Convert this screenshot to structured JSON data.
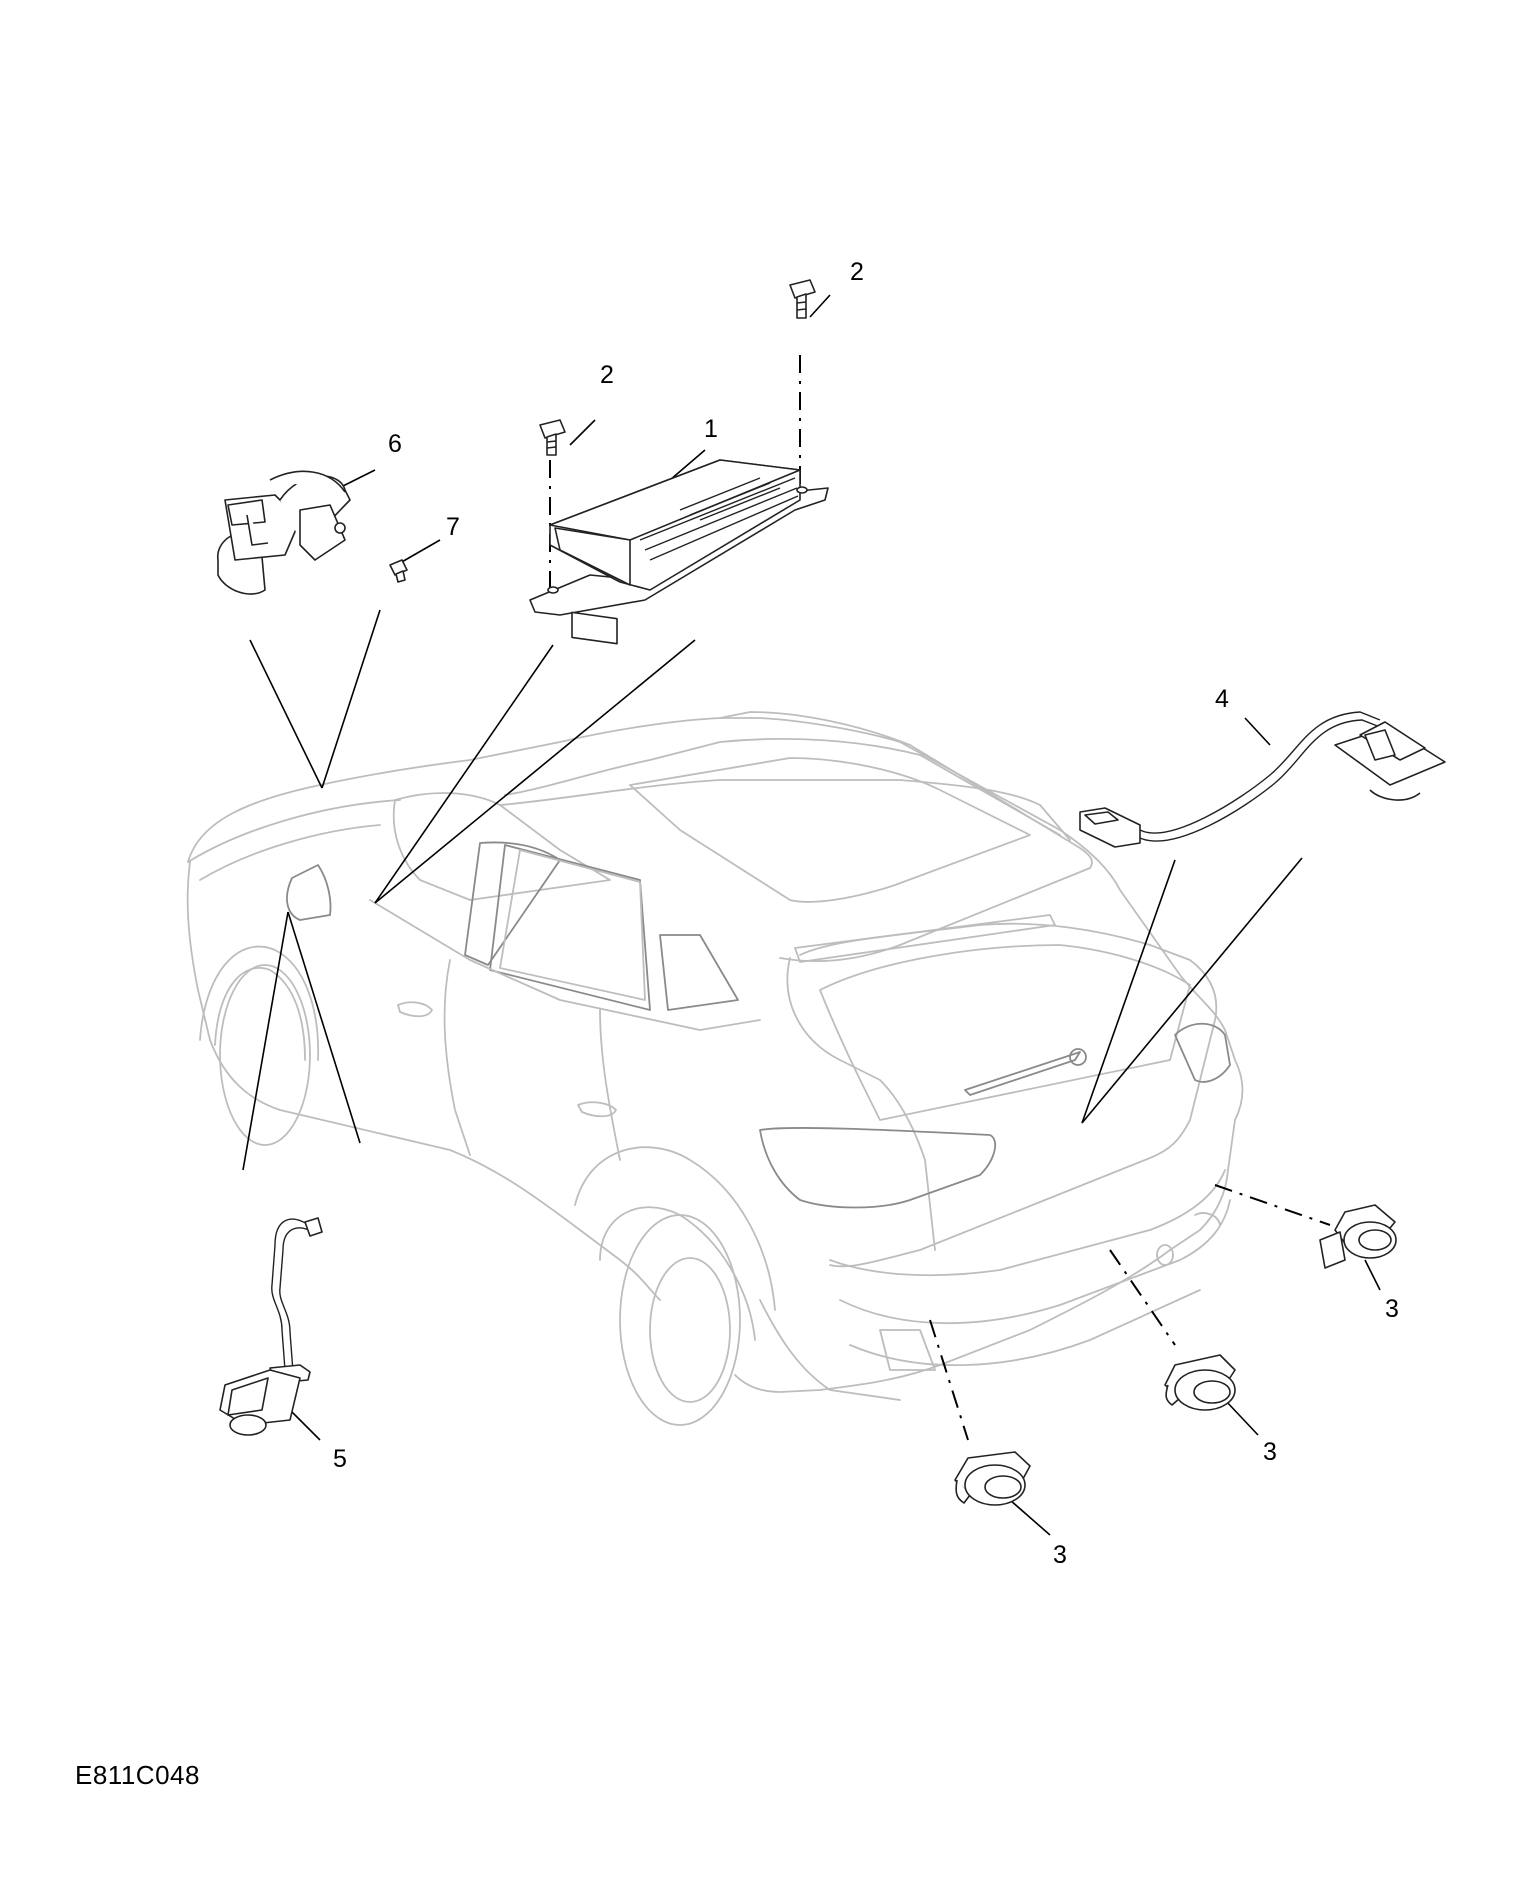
{
  "callouts": {
    "c1": "1",
    "c2a": "2",
    "c2b": "2",
    "c3a": "3",
    "c3b": "3",
    "c3c": "3",
    "c4": "4",
    "c5": "5",
    "c6": "6",
    "c7": "7"
  },
  "figure_code": "E811C048"
}
